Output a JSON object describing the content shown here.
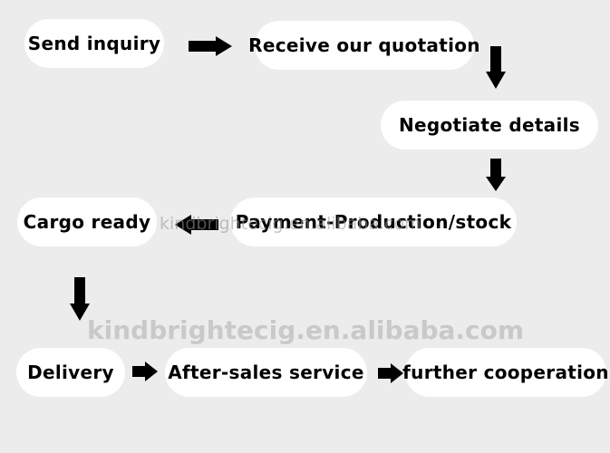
{
  "diagram": {
    "steps": [
      {
        "id": "send_inquiry",
        "label": "Send inquiry"
      },
      {
        "id": "receive_quotation",
        "label": "Receive our quotation"
      },
      {
        "id": "negotiate_details",
        "label": "Negotiate details"
      },
      {
        "id": "payment_production",
        "label": "Payment-Production/stock"
      },
      {
        "id": "cargo_ready",
        "label": "Cargo ready"
      },
      {
        "id": "delivery",
        "label": "Delivery"
      },
      {
        "id": "after_sales",
        "label": "After-sales service"
      },
      {
        "id": "further_cooperation",
        "label": "further cooperation"
      }
    ],
    "arrow_color": "#000000",
    "node_color": "#ffffff",
    "background_color": "#ececec"
  },
  "watermarks": {
    "small": "kindbrightecig.en.alibaba.com",
    "large": "kindbrightecig.en.alibaba.com"
  }
}
